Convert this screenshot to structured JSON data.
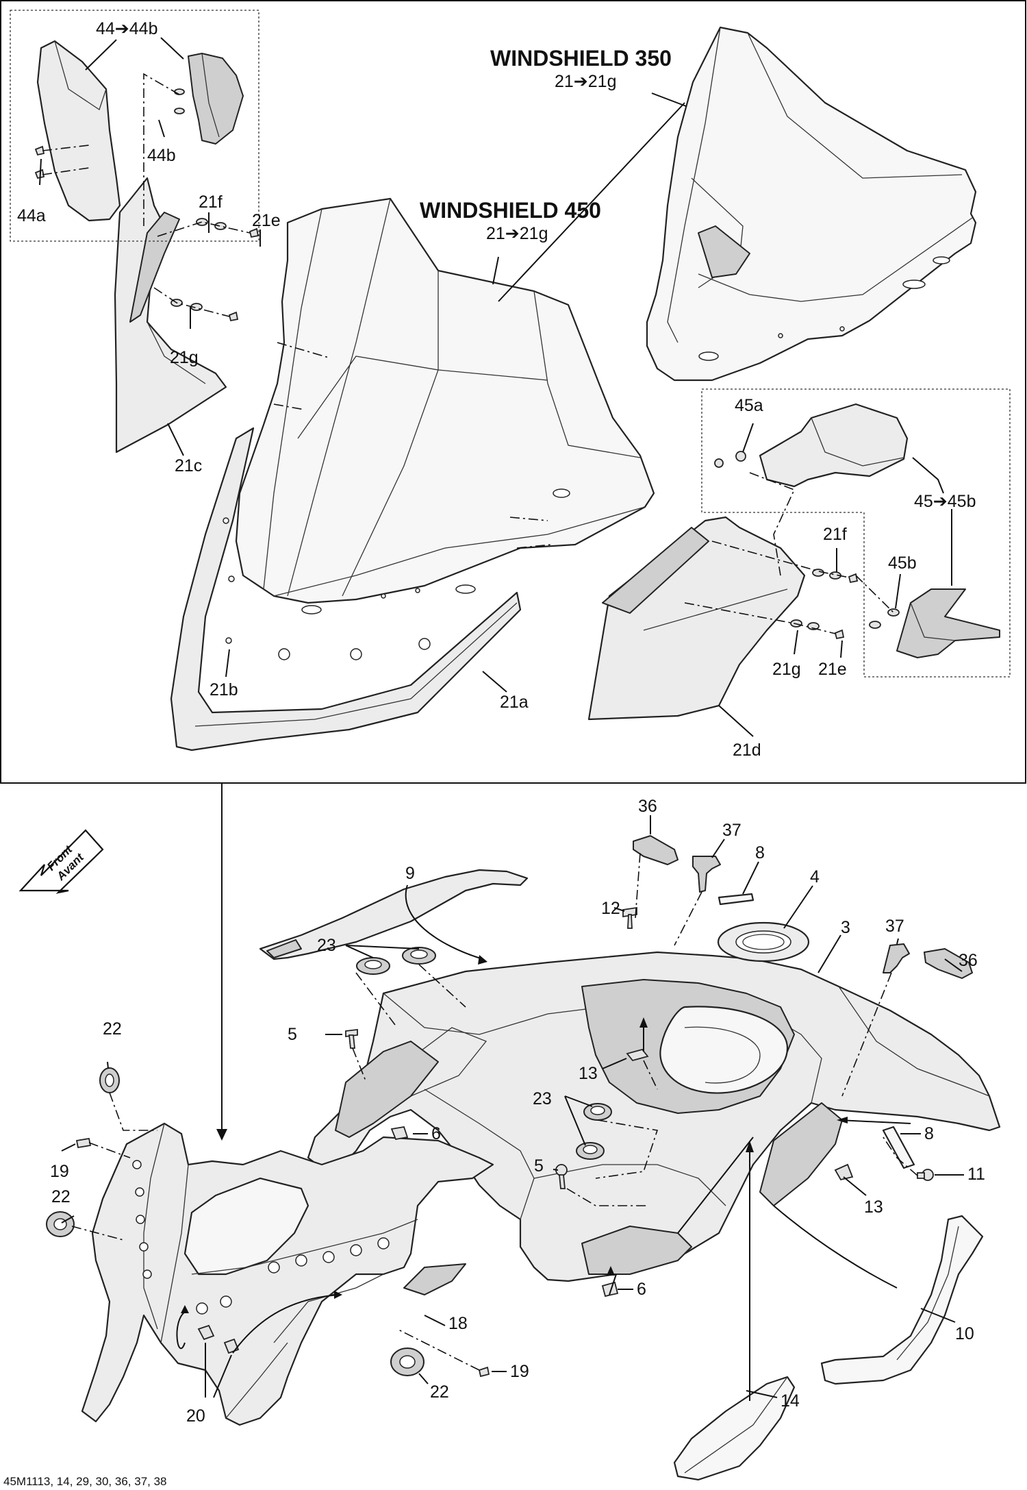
{
  "windshields": {
    "ws350_title": "WINDSHIELD 350",
    "ws350_range": "21➔21g",
    "ws450_title": "WINDSHIELD 450",
    "ws450_range": "21➔21g"
  },
  "callouts": {
    "c44_44b": "44➔44b",
    "c44b_a": "44b",
    "c44a": "44a",
    "c21f_left": "21f",
    "c21e_left": "21e",
    "c21g_left": "21g",
    "c21c": "21c",
    "c21b": "21b",
    "c21a": "21a",
    "c45a": "45a",
    "c45_45b": "45➔45b",
    "c21f_right": "21f",
    "c45b": "45b",
    "c21g_right": "21g",
    "c21e_right": "21e",
    "c21d": "21d",
    "c36_top": "36",
    "c37_top": "37",
    "c8_top": "8",
    "c4": "4",
    "c12": "12",
    "c9": "9",
    "c3": "3",
    "c37_right": "37",
    "c36_right": "36",
    "c23_top": "23",
    "c22_top": "22",
    "c5_top": "5",
    "c13_mid": "13",
    "c23_mid": "23",
    "c6_left": "6",
    "c8_right": "8",
    "c5_mid": "5",
    "c11": "11",
    "c13_right": "13",
    "c19_left": "19",
    "c22_mid": "22",
    "c6_bottom": "6",
    "c18": "18",
    "c10": "10",
    "c19_bottom": "19",
    "c22_bottom": "22",
    "c20": "20",
    "c14": "14"
  },
  "front_arrow": {
    "line1": "Front",
    "line2": "Avant"
  },
  "footer": {
    "reference": "45M1113, 14, 29, 30, 36, 37, 38"
  }
}
